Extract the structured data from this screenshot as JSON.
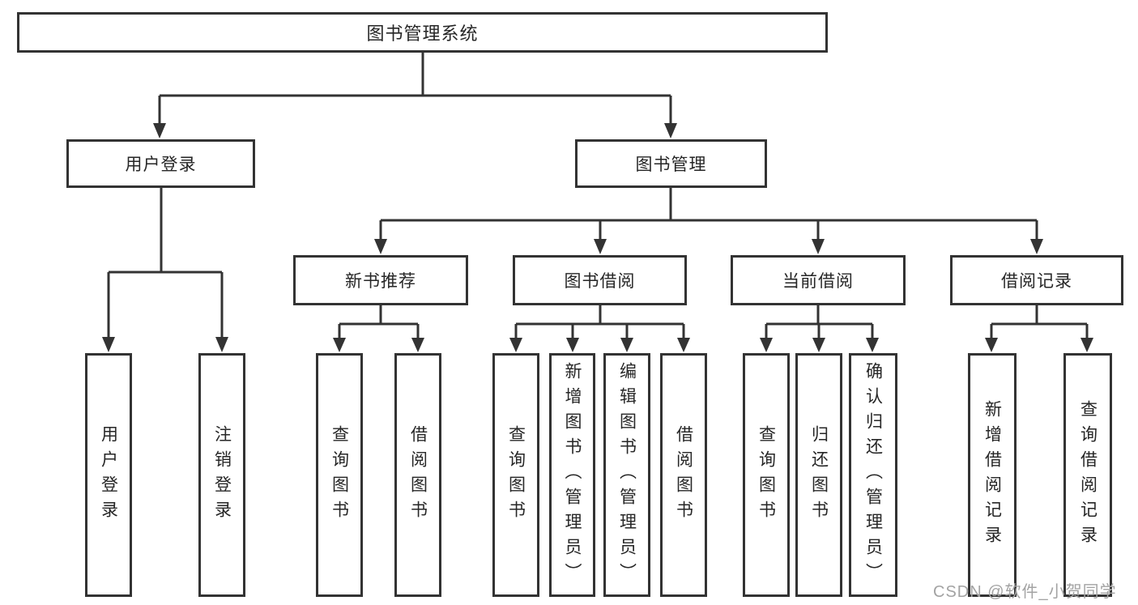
{
  "diagram": {
    "root": "图书管理系统",
    "branches": [
      {
        "label": "用户登录",
        "children": [
          "用户登录",
          "注销登录"
        ]
      },
      {
        "label": "图书管理",
        "groups": [
          {
            "label": "新书推荐",
            "children": [
              "查询图书",
              "借阅图书"
            ]
          },
          {
            "label": "图书借阅",
            "children": [
              "查询图书",
              "新增图书（管理员）",
              "编辑图书（管理员）",
              "借阅图书"
            ]
          },
          {
            "label": "当前借阅",
            "children": [
              "查询图书",
              "归还图书",
              "确认归还（管理员）"
            ]
          },
          {
            "label": "借阅记录",
            "children": [
              "新增借阅记录",
              "查询借阅记录"
            ]
          }
        ]
      }
    ]
  },
  "watermark": {
    "text": "CSDN @软件_小贺同学"
  },
  "colors": {
    "line": "#333333",
    "box_border": "#333333",
    "text": "#262626",
    "watermark": "#a3a3a3",
    "background": "#ffffff"
  }
}
